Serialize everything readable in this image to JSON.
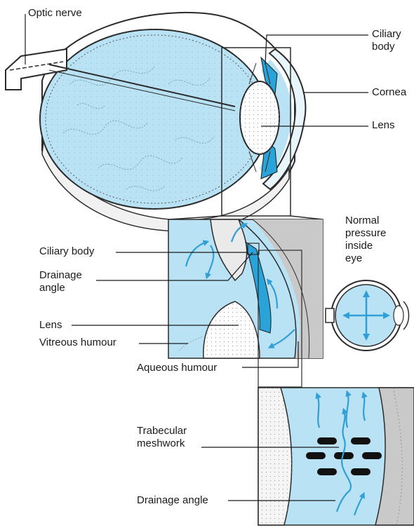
{
  "labels": {
    "optic_nerve": "Optic nerve",
    "ciliary_body_top": "Ciliary\nbody",
    "cornea": "Cornea",
    "lens_top": "Lens",
    "normal_pressure": "Normal\npressure\ninside\neye",
    "ciliary_body_mid": "Ciliary body",
    "drainage_angle_mid": "Drainage\nangle",
    "lens_mid": "Lens",
    "vitreous_humour": "Vitreous humour",
    "aqueous_humour": "Aqueous humour",
    "trabecular_meshwork": "Trabecular\nmeshwork",
    "drainage_angle_bottom": "Drainage angle"
  },
  "colors": {
    "fluid_blue": "#b9e3f5",
    "deep_blue": "#2aa3d8",
    "arrow_blue": "#2f9fd6",
    "outline": "#2b2b2b",
    "tissue_grey": "#c9c9c9",
    "meshwork_black": "#111111"
  }
}
